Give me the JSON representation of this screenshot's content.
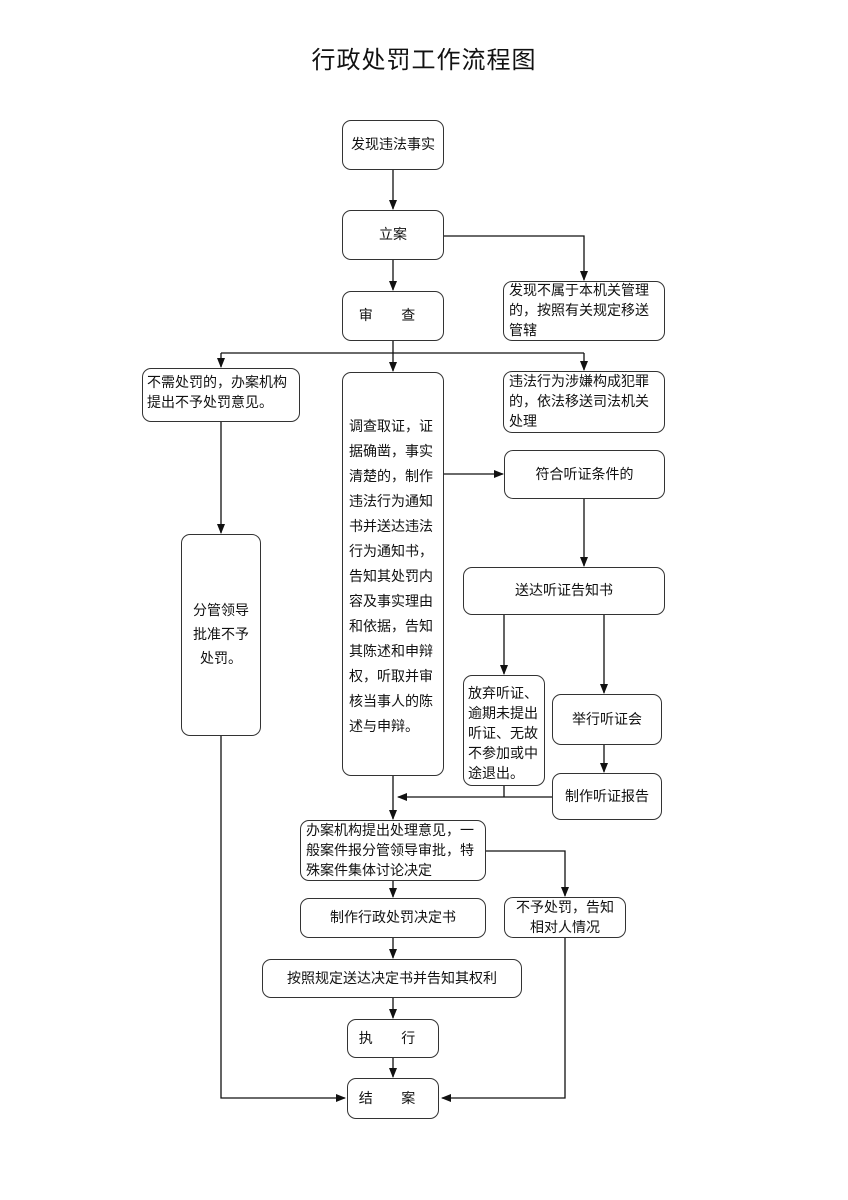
{
  "title": "行政处罚工作流程图",
  "nodes": {
    "discover": "发现违法事实",
    "register": "立案",
    "review": "审 查",
    "transfer_jurisdiction": "发现不属于本机关管理的，按照有关规定移送管辖",
    "no_penalty_needed": "不需处罚的，办案机构提出不予处罚意见。",
    "investigate": "调查取证，证据确凿，事实清楚的，制作违法行为通知书并送达违法行为通知书，告知其处罚内容及事实理由和依据，告知其陈述和申辩权，听取并审核当事人的陈述与申辩。",
    "criminal_transfer": "违法行为涉嫌构成犯罪的，依法移送司法机关处理",
    "hearing_eligible": "符合听证条件的",
    "hearing_notice": "送达听证告知书",
    "leader_approve_no_penalty": "分管领导批准不予处罚。",
    "waive_hearing": "放弃听证、逾期未提出听证、无故不参加或中途退出。",
    "hold_hearing": "举行听证会",
    "hearing_report": "制作听证报告",
    "handling_opinion": "办案机构提出处理意见，一般案件报分管领导审批，特殊案件集体讨论决定",
    "make_decision": "制作行政处罚决定书",
    "no_penalty_notify": "不予处罚，告知相对人情况",
    "deliver_decision": "按照规定送达决定书并告知其权利",
    "execute": "执 行",
    "close_case": "结 案"
  },
  "edges": [
    [
      "discover",
      "register"
    ],
    [
      "register",
      "review"
    ],
    [
      "register",
      "transfer_jurisdiction"
    ],
    [
      "review",
      "no_penalty_needed"
    ],
    [
      "review",
      "investigate"
    ],
    [
      "review",
      "criminal_transfer"
    ],
    [
      "investigate",
      "hearing_eligible"
    ],
    [
      "hearing_eligible",
      "hearing_notice"
    ],
    [
      "hearing_notice",
      "waive_hearing"
    ],
    [
      "hearing_notice",
      "hold_hearing"
    ],
    [
      "hold_hearing",
      "hearing_report"
    ],
    [
      "hearing_report",
      "handling_opinion"
    ],
    [
      "waive_hearing",
      "handling_opinion"
    ],
    [
      "investigate",
      "handling_opinion"
    ],
    [
      "no_penalty_needed",
      "leader_approve_no_penalty"
    ],
    [
      "leader_approve_no_penalty",
      "close_case"
    ],
    [
      "handling_opinion",
      "make_decision"
    ],
    [
      "handling_opinion",
      "no_penalty_notify"
    ],
    [
      "make_decision",
      "deliver_decision"
    ],
    [
      "deliver_decision",
      "execute"
    ],
    [
      "execute",
      "close_case"
    ],
    [
      "no_penalty_notify",
      "close_case"
    ]
  ]
}
